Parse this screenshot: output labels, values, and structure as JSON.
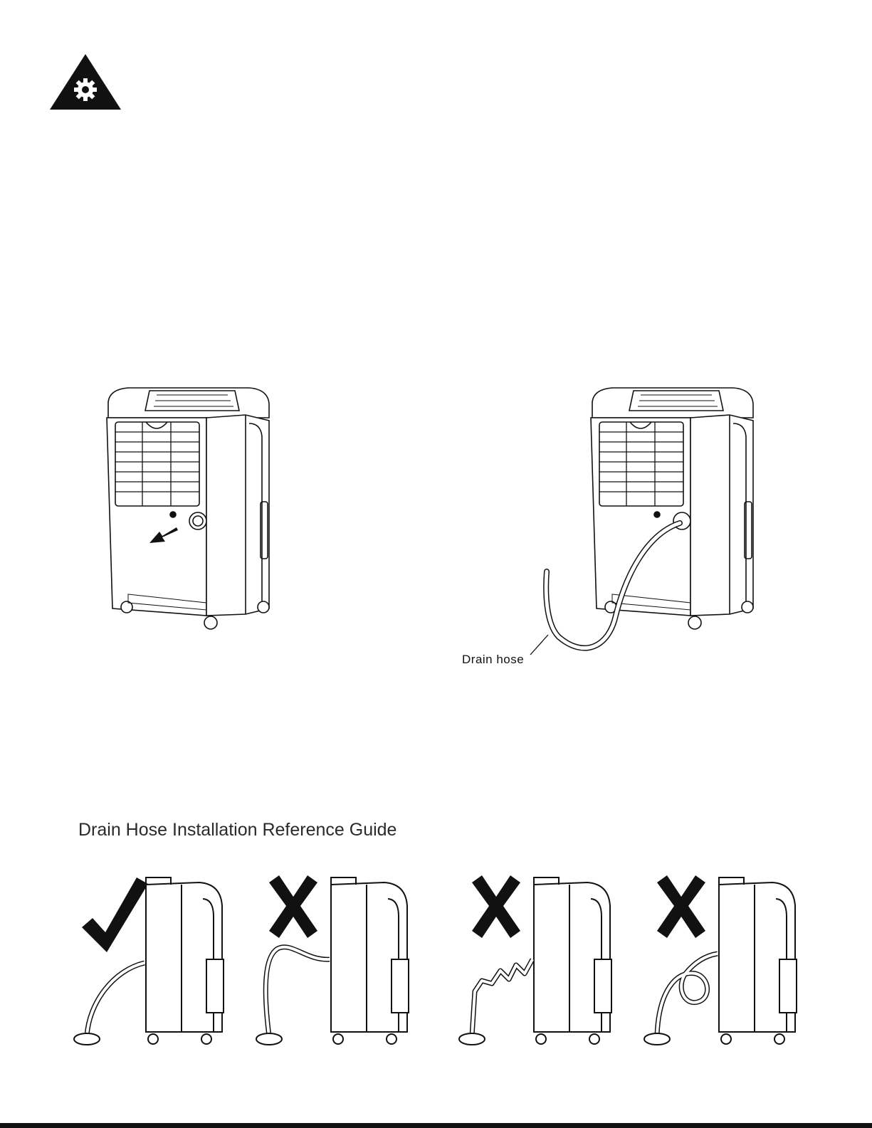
{
  "header": {
    "icon": "gear-warning-icon"
  },
  "figures": {
    "left": {
      "description_icon": "arrow-icon"
    },
    "right": {
      "hose_label": "Drain hose"
    }
  },
  "guide": {
    "title": "Drain Hose Installation Reference Guide",
    "items": [
      {
        "mark": "check-icon",
        "status": "correct"
      },
      {
        "mark": "cross-icon",
        "status": "incorrect"
      },
      {
        "mark": "cross-icon",
        "status": "incorrect"
      },
      {
        "mark": "cross-icon",
        "status": "incorrect"
      }
    ]
  },
  "colors": {
    "ink": "#111111",
    "background": "#ffffff"
  }
}
